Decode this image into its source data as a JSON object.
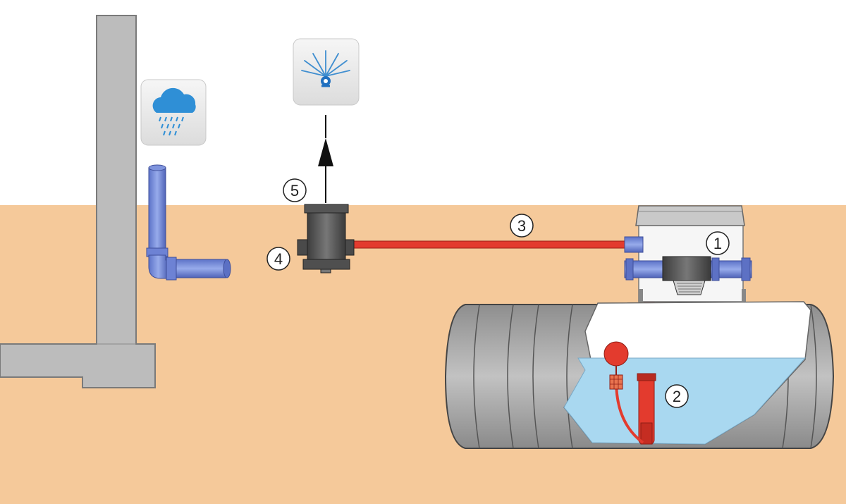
{
  "diagram": {
    "type": "rainwater-harvesting-system",
    "colors": {
      "ground": "#f5c99a",
      "wall": "#bcbcbc",
      "downpipe": "#6f86d8",
      "pressure_line": "#e33b2e",
      "water": "#a9d8f0",
      "tank": "#a7a7a7",
      "filter_body": "#5a5a5a"
    },
    "icons": {
      "rain": "rain-cloud-icon",
      "sprinkler": "sprinkler-icon"
    },
    "callouts": [
      {
        "id": "1",
        "label": "1"
      },
      {
        "id": "2",
        "label": "2"
      },
      {
        "id": "3",
        "label": "3"
      },
      {
        "id": "4",
        "label": "4"
      },
      {
        "id": "5",
        "label": "5"
      }
    ]
  }
}
